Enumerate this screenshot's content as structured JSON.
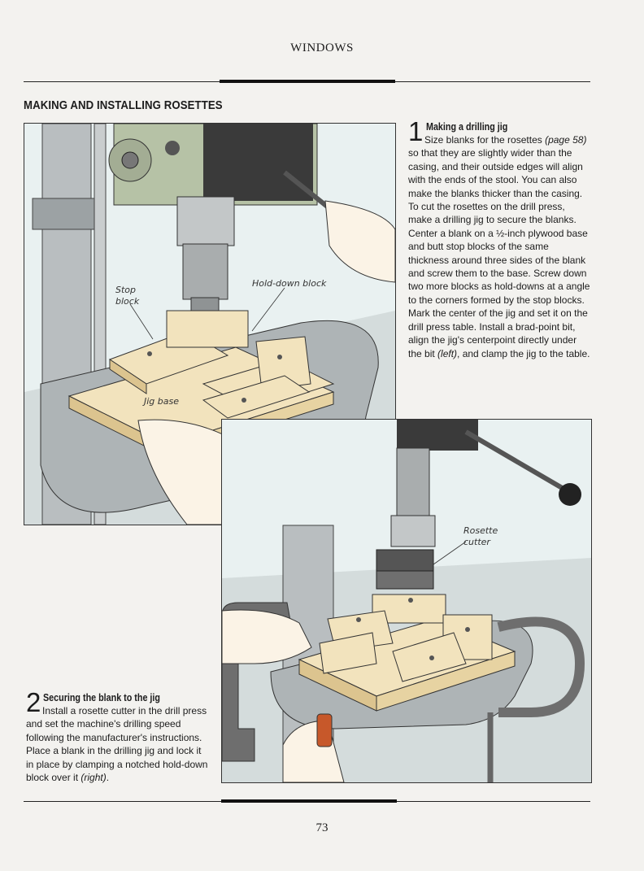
{
  "header": {
    "running_head": "WINDOWS"
  },
  "section": {
    "title": "MAKING AND INSTALLING ROSETTES"
  },
  "step1": {
    "number": "1",
    "title": "Making a drilling jig",
    "text_a": "Size blanks for the rosettes ",
    "ref_a": "(page 58)",
    "text_b": " so that they are slightly wider than the casing, and their outside edges will align with the ends of the stool. You can also make the blanks thicker than the casing. To cut the rosettes on the drill press, make a drilling jig to secure the blanks. Center a blank on a ½-inch plywood base and butt stop blocks of the same thickness around three sides of the blank and screw them to the base. Screw down two more blocks as hold-downs at a angle to the corners formed by the stop blocks. Mark the center of the jig and set it on the drill press table. Install a brad-point bit, align the jig's centerpoint directly under the bit ",
    "ref_b": "(left)",
    "text_c": ", and clamp the jig to the table."
  },
  "step2": {
    "number": "2",
    "title": "Securing the blank to the jig",
    "text_a": "Install a rosette cutter in the drill press and set the machine's drilling speed following the manufacturer's instructions. Place a blank in the drilling jig and lock it in place by clamping a notched hold-down block over it ",
    "ref_a": "(right)",
    "text_b": "."
  },
  "figure1": {
    "labels": {
      "stop_block_1": "Stop",
      "stop_block_2": "block",
      "hold_down": "Hold-down block",
      "jig_base": "Jig base"
    }
  },
  "figure2": {
    "labels": {
      "rosette_1": "Rosette",
      "rosette_2": "cutter"
    }
  },
  "footer": {
    "page_number": "73"
  },
  "colors": {
    "wood": "#f2e3bd",
    "wood_edge": "#dcc48f",
    "metal": "#b9bec0",
    "dark": "#3a3a3a",
    "background_blue": "#e9f1f1",
    "skin": "#fbf3e6"
  }
}
